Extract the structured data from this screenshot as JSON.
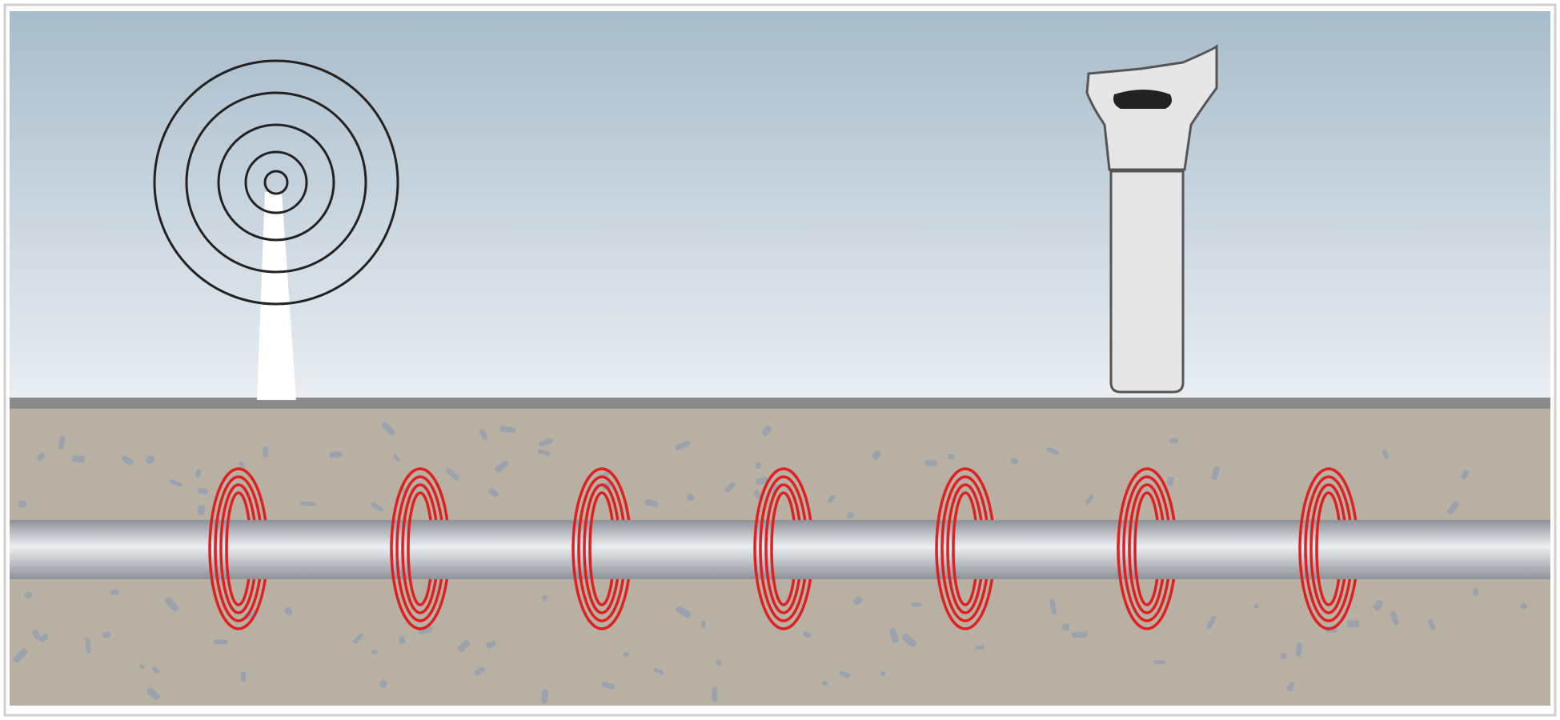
{
  "scene": {
    "sky_color_top": "#a8bccb",
    "sky_color_bottom": "#e9eef2",
    "ground_color": "#b8b0a2",
    "ground_line_color": "#8a8a8a",
    "speck_color": "#9aa2ad",
    "frame_color": "#d0d0d0"
  },
  "transmitter": {
    "icon": "radio-waves-icon",
    "wave_count": 4,
    "wave_color": "#222222",
    "beam_color": "#ffffff"
  },
  "receiver": {
    "icon": "locator-receiver-icon",
    "body_color": "#e6e6e6",
    "outline_color": "#555555",
    "display_color": "#222222"
  },
  "pipe": {
    "icon": "buried-pipe-icon",
    "color_dark": "#8c9198",
    "color_light": "#eceff2"
  },
  "field_rings": {
    "icon": "magnetic-field-ring-icon",
    "count": 7,
    "rings_per_group": 4,
    "color": "#e02020"
  }
}
